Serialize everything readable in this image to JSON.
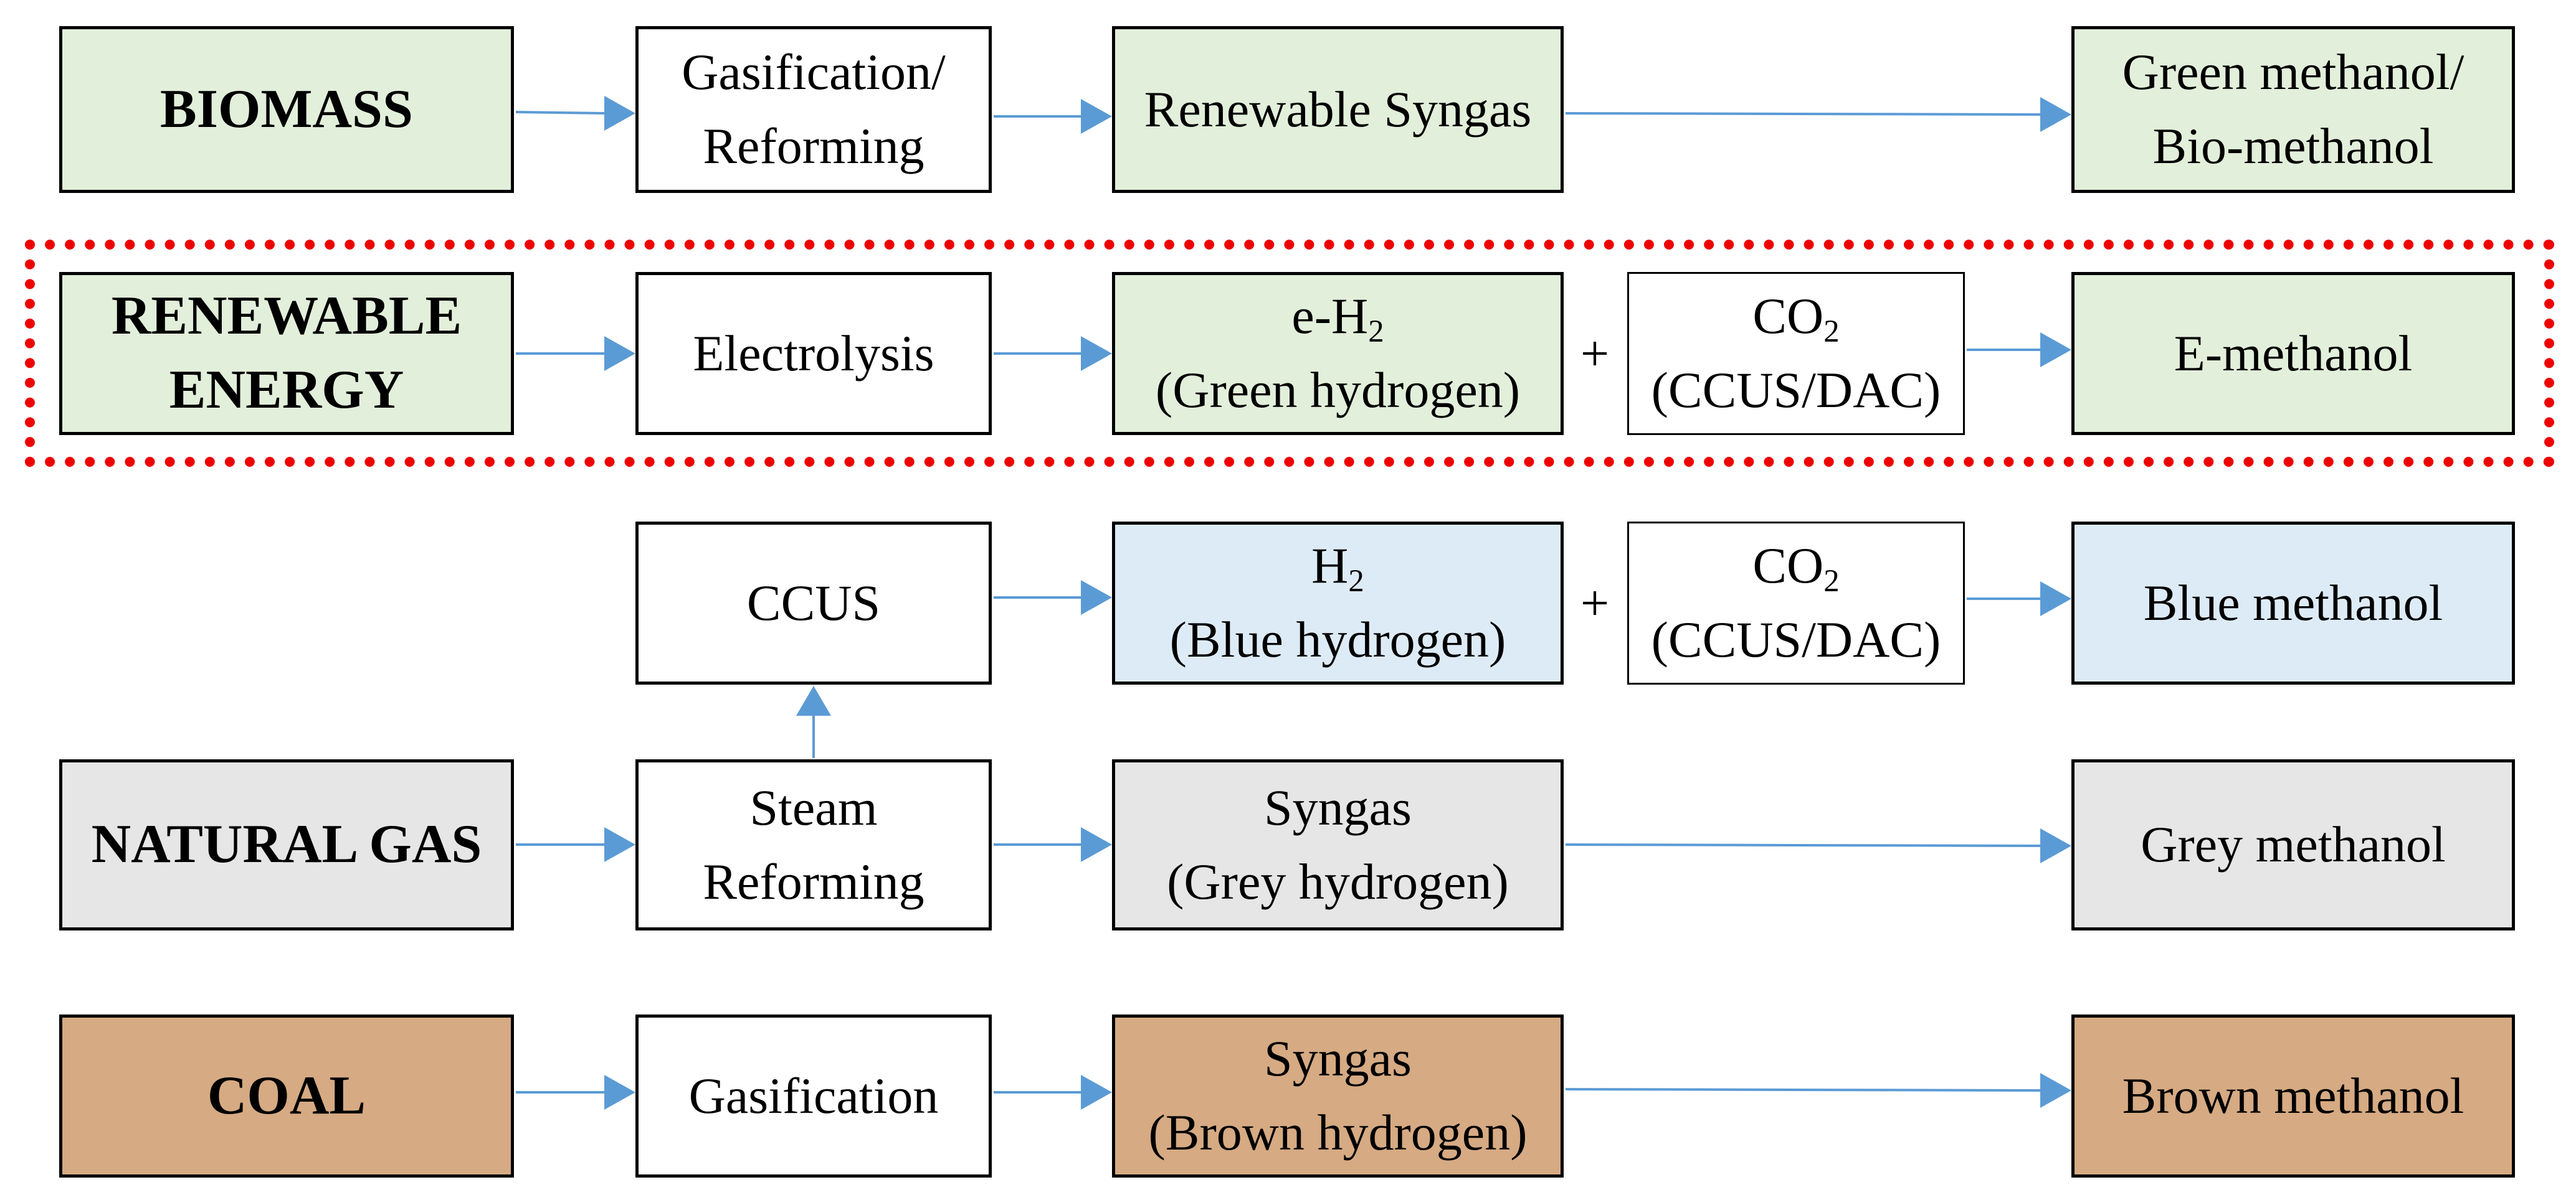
{
  "colors": {
    "biomass": "#e2efda",
    "renewable": "#e2efda",
    "blue": "#ddebf7",
    "grey": "#e7e6e6",
    "brown": "#d6aa83",
    "white": "#ffffff",
    "arrow": "#5b9bd5",
    "frame": "#ee0000"
  },
  "rows": {
    "biomass": {
      "source": [
        "BIOMASS"
      ],
      "process": [
        "Gasification/",
        "Reforming"
      ],
      "intermediate": [
        "Renewable Syngas"
      ],
      "product": [
        "Green methanol/",
        "Bio-methanol"
      ]
    },
    "renewable": {
      "source": [
        "RENEWABLE",
        "ENERGY"
      ],
      "process": [
        "Electrolysis"
      ],
      "intermediate_main": "e-H",
      "intermediate_sub": "2",
      "intermediate_note": "(Green hydrogen)",
      "plus": "+",
      "co2_main": "CO",
      "co2_sub": "2",
      "co2_note": "(CCUS/DAC)",
      "product": [
        "E-methanol"
      ]
    },
    "blue": {
      "process": [
        "CCUS"
      ],
      "intermediate_main": "H",
      "intermediate_sub": "2",
      "intermediate_note": "(Blue hydrogen)",
      "plus": "+",
      "co2_main": "CO",
      "co2_sub": "2",
      "co2_note": "(CCUS/DAC)",
      "product": [
        "Blue methanol"
      ]
    },
    "natural_gas": {
      "source": [
        "NATURAL GAS"
      ],
      "process": [
        "Steam",
        "Reforming"
      ],
      "intermediate": [
        "Syngas",
        "(Grey hydrogen)"
      ],
      "product": [
        "Grey methanol"
      ]
    },
    "coal": {
      "source": [
        "COAL"
      ],
      "process": [
        "Gasification"
      ],
      "intermediate": [
        "Syngas",
        "(Brown hydrogen)"
      ],
      "product": [
        "Brown methanol"
      ]
    }
  }
}
